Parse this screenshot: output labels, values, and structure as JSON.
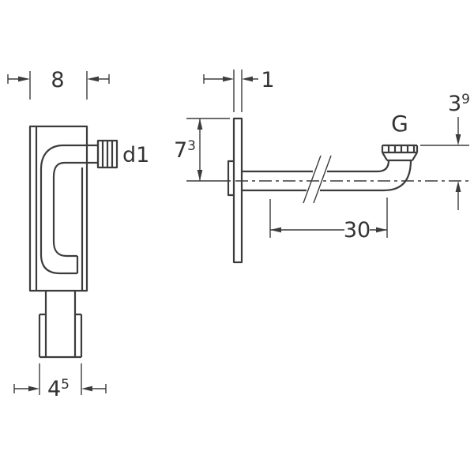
{
  "drawing": {
    "stroke_color": "#3c3c3c",
    "text_color": "#333333",
    "background": "#ffffff"
  },
  "labels": {
    "body_width": "8",
    "inlet_diameter": "d1",
    "outlet_width": {
      "base": "4",
      "sup": "5"
    },
    "plate_thickness": "1",
    "installation_depth": {
      "base": "7",
      "sup": "3"
    },
    "thread_size": "G",
    "connection_height": {
      "base": "3",
      "sup": "9"
    },
    "pipe_length": "30"
  }
}
